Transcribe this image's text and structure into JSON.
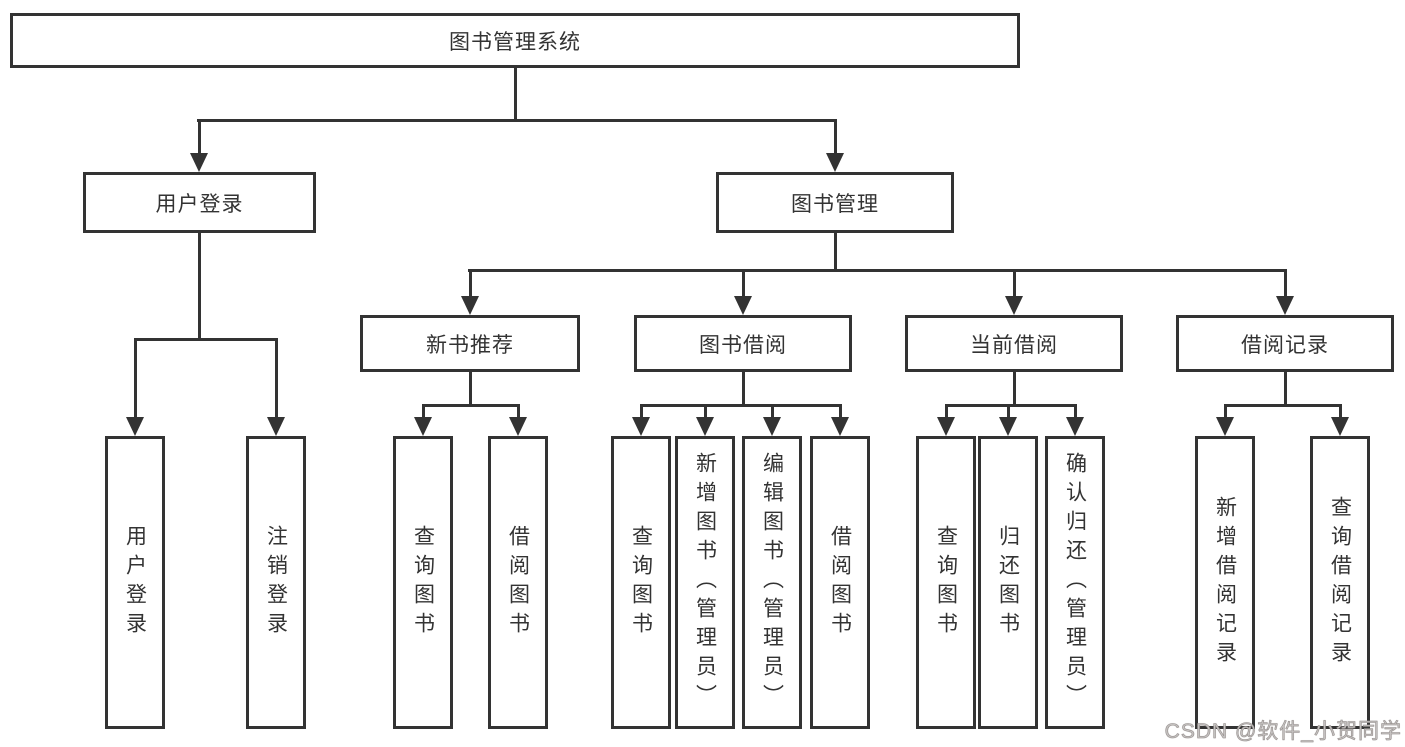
{
  "diagram": {
    "root": {
      "label": "图书管理系统"
    },
    "branches": [
      {
        "label": "用户登录",
        "children": [
          {
            "label": "用户登录"
          },
          {
            "label": "注销登录"
          }
        ]
      },
      {
        "label": "图书管理",
        "children": [
          {
            "label": "新书推荐",
            "children": [
              {
                "label": "查询图书"
              },
              {
                "label": "借阅图书"
              }
            ]
          },
          {
            "label": "图书借阅",
            "children": [
              {
                "label": "查询图书"
              },
              {
                "label": "新增图书（管理员）"
              },
              {
                "label": "编辑图书（管理员）"
              },
              {
                "label": "借阅图书"
              }
            ]
          },
          {
            "label": "当前借阅",
            "children": [
              {
                "label": "查询图书"
              },
              {
                "label": "归还图书"
              },
              {
                "label": "确认归还（管理员）"
              }
            ]
          },
          {
            "label": "借阅记录",
            "children": [
              {
                "label": "新增借阅记录"
              },
              {
                "label": "查询借阅记录"
              }
            ]
          }
        ]
      }
    ],
    "line_color": "#333333",
    "box_border_color": "#333333",
    "text_color": "#333333",
    "background_color": "#ffffff"
  },
  "watermark": {
    "text": "CSDN @软件_小贺同学"
  }
}
